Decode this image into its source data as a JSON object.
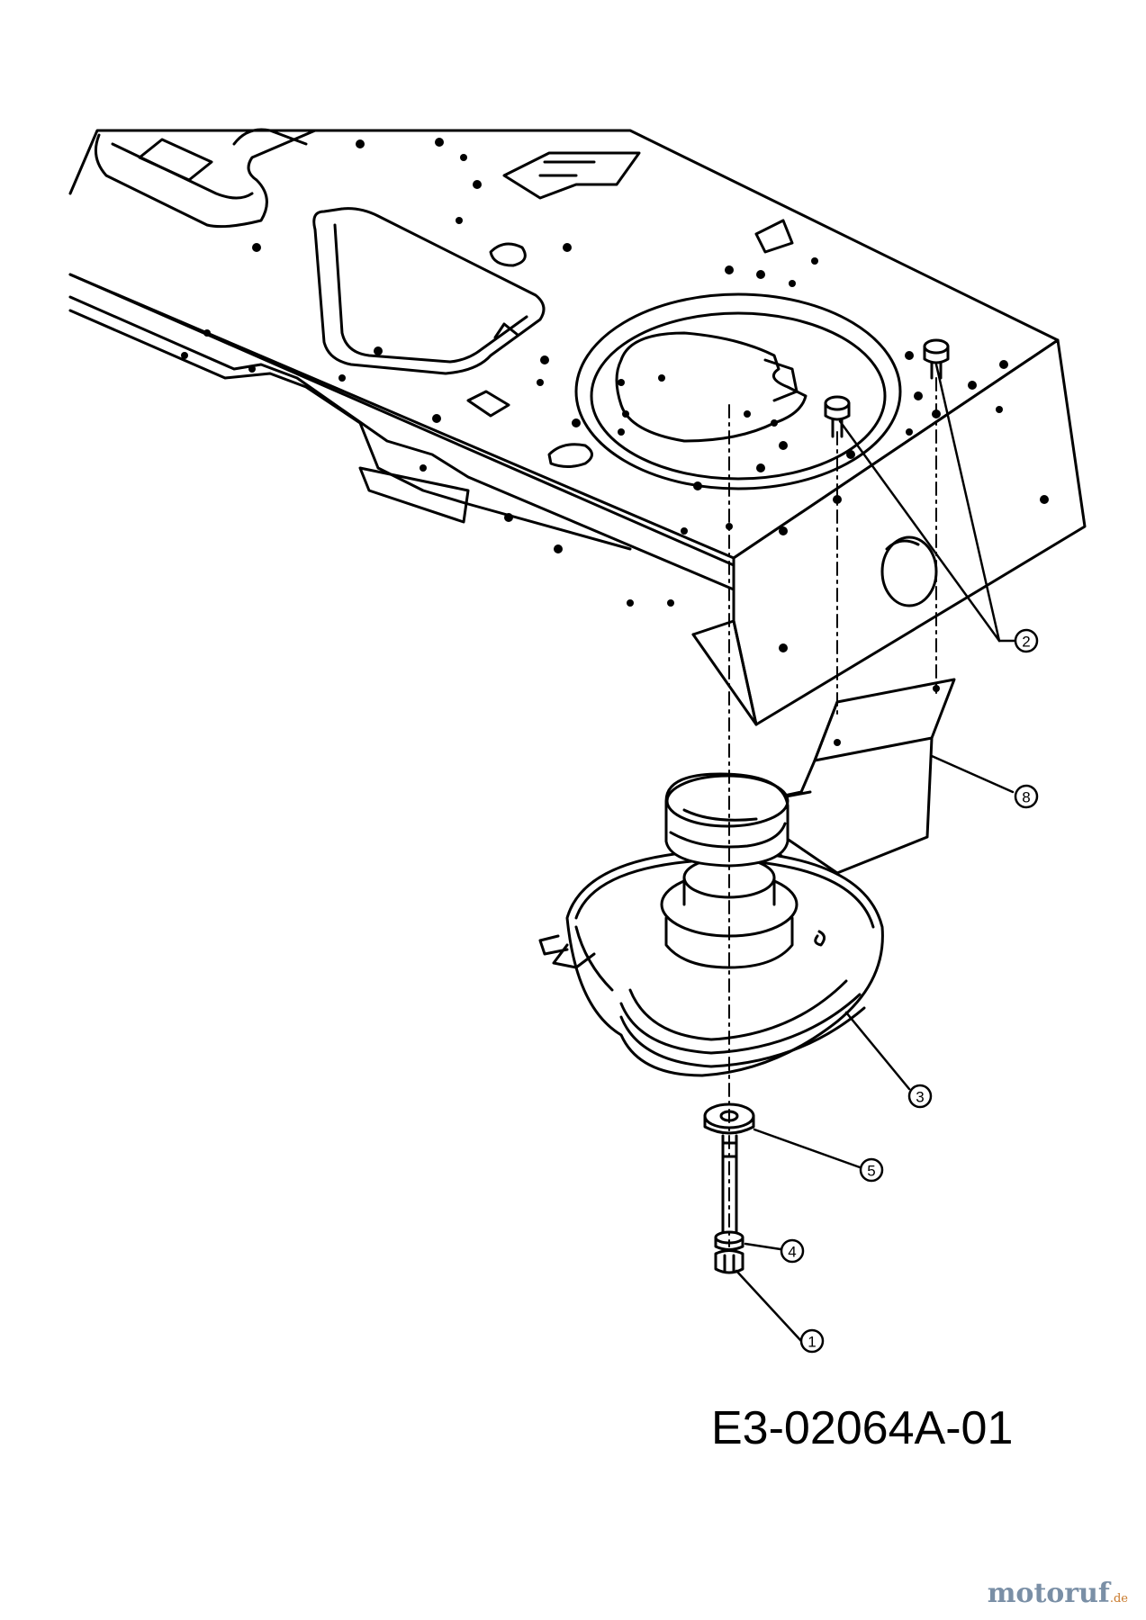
{
  "diagram": {
    "code": "E3-02064A-01",
    "callouts": [
      "1",
      "2",
      "3",
      "4",
      "5",
      "8"
    ]
  },
  "watermark": {
    "brand_main": "motoruf",
    "brand_domain": ".de"
  }
}
